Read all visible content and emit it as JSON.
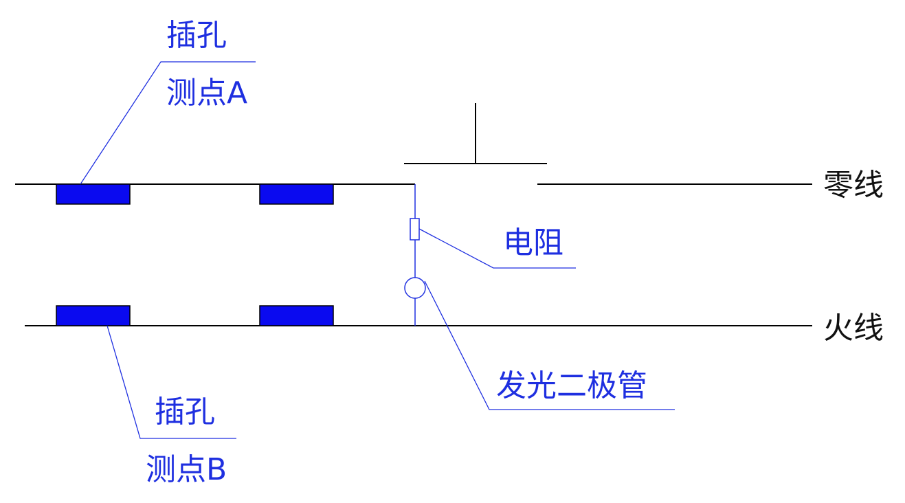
{
  "labels": {
    "socket_a_line1": "插孔",
    "socket_a_line2": "测点A",
    "socket_b_line1": "插孔",
    "socket_b_line2": "测点B",
    "resistor": "电阻",
    "led": "发光二极管",
    "neutral": "零线",
    "live": "火线"
  },
  "colors": {
    "wire": "#000000",
    "annotation": "#1e2fe0",
    "socket_fill": "#0a0af0"
  }
}
